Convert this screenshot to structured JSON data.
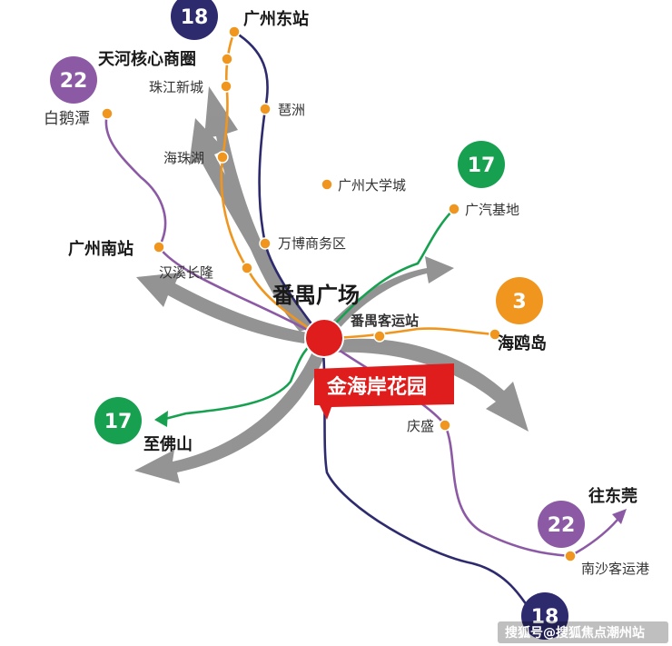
{
  "colors": {
    "orange": "#f0961e",
    "navy": "#2d2a6e",
    "purple": "#8c5aa5",
    "green": "#17a050",
    "center_red": "#e01d1d",
    "arrow_gray": "#8a8a8a"
  },
  "center": {
    "station": "番禺广场",
    "project_banner": "金海岸花园"
  },
  "stations": {
    "guangzhou_east": "广州东站",
    "tianhe_core": "天河核心商圈",
    "zhujiang_new_town": "珠江新城",
    "pazhou": "琶洲",
    "haizhu_lake": "海珠湖",
    "university_town": "广州大学城",
    "wanbo": "万博商务区",
    "hanxi": "汉溪长隆",
    "guangzhou_south": "广州南站",
    "baietan": "白鹅潭",
    "gac_base": "广汽基地",
    "panyu_bus": "番禺客运站",
    "haiou_island": "海鸥岛",
    "qingsheng": "庆盛",
    "to_foshan": "至佛山",
    "to_dongguan": "往东莞",
    "nansha_port": "南沙客运港"
  },
  "badges": {
    "line18_top": "18",
    "line22_top": "22",
    "line17_top": "17",
    "line3": "3",
    "line17_bottom": "17",
    "line22_bottom": "22",
    "line18_bottom": "18"
  },
  "watermark": "搜狐号@搜狐焦点潮州站"
}
